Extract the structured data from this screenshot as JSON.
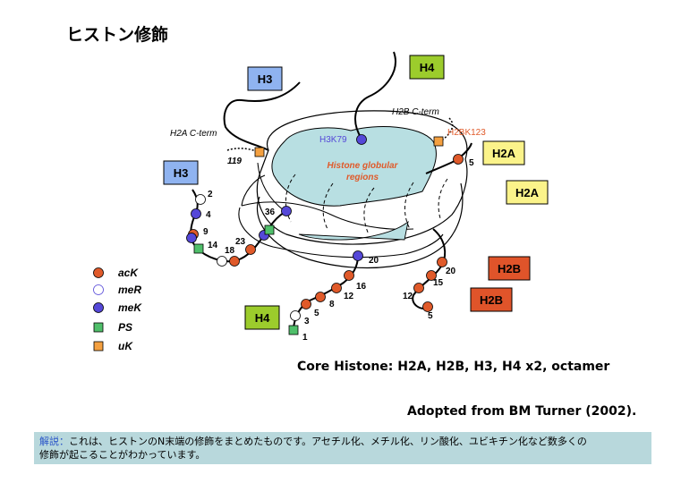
{
  "title": "ヒストン修飾",
  "colors": {
    "acK": "#e05a2a",
    "meR": "#ffffff",
    "meK": "#5548d8",
    "PS": "#4fbf6a",
    "uK": "#f4a040",
    "H3": "#8fb3f0",
    "H4": "#9ccc2c",
    "H2A": "#fbf38a",
    "H2B": "#e0542a",
    "globular": "#b8dfe2"
  },
  "tails": {
    "H3": "H3",
    "H4": "H4",
    "H2A": "H2A",
    "H2B": "H2B"
  },
  "labels": {
    "h2a_cterm": "H2A C-term",
    "h2b_cterm": "H2B C-term",
    "h3k79": "H3K79",
    "h2bk123": "H2BK123",
    "globular_line1": "Histone globular",
    "globular_line2": "regions",
    "n119": "119",
    "n5_h2a": "5",
    "h3": [
      "2",
      "4",
      "9",
      "14",
      "18",
      "23",
      "36"
    ],
    "h4": [
      "1",
      "3",
      "5",
      "8",
      "12",
      "16",
      "20"
    ],
    "h2b": [
      "20",
      "15",
      "12",
      "5"
    ]
  },
  "legend": [
    {
      "key": "acK",
      "label": "acK"
    },
    {
      "key": "meR",
      "label": "meR"
    },
    {
      "key": "meK",
      "label": "meK"
    },
    {
      "key": "PS",
      "label": "PS"
    },
    {
      "key": "uK",
      "label": "uK"
    }
  ],
  "caption_core": "Core Histone: H2A, H2B, H3, H4 x2, octamer",
  "caption_source": "Adopted from BM Turner (2002).",
  "note": {
    "label": "解説：",
    "line1": "これは、ヒストンのN末端の修飾をまとめたものです。アセチル化、メチル化、リン酸化、ユビキチン化など数多くの",
    "line2": "修飾が起こることがわかっています。"
  }
}
